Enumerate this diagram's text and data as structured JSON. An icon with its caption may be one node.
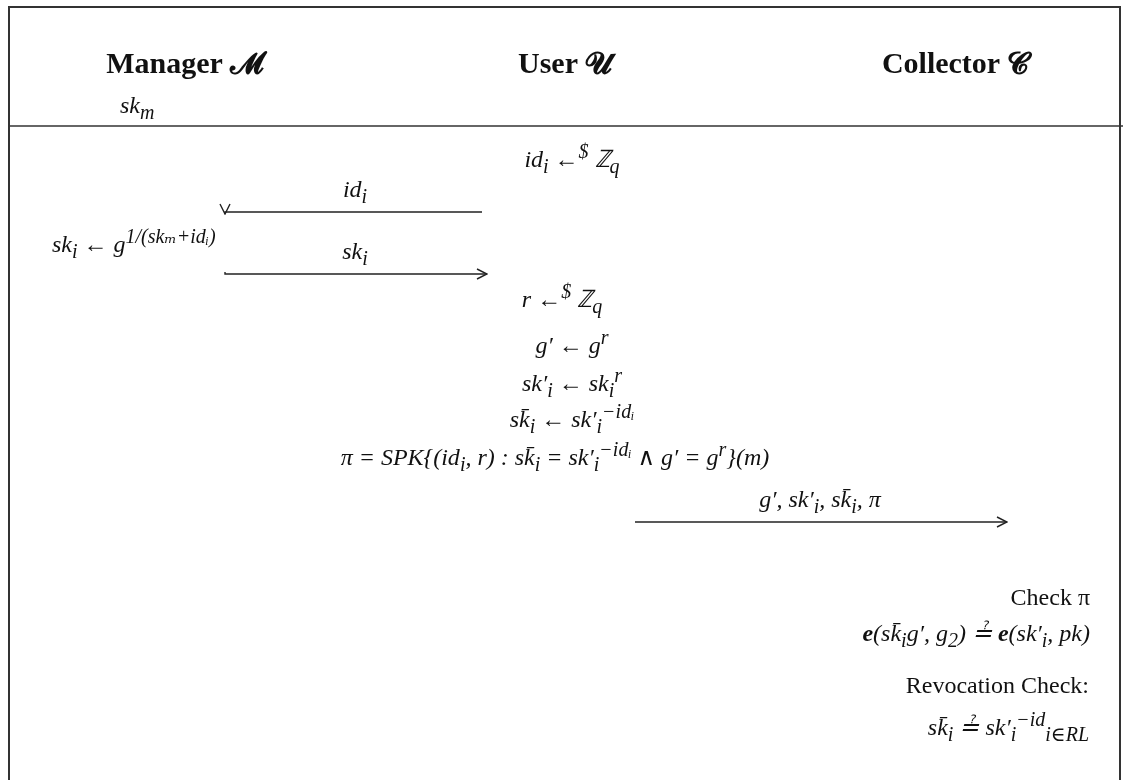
{
  "diagram": {
    "nodes": [
      {
        "text": [
          "Manager 𝓜"
        ],
        "beside": [
          "sk$_{m}$"
        ]
      },
      {
        "text": [
          "User 𝓤"
        ]
      },
      {
        "text": [
          "Collector 𝓒"
        ]
      },
      {
        "text": [
          "id$_{i}$ ←$^{$}$ ℤ$_{q}$"
        ]
      },
      {
        "text": [
          "sk$_{i}$ ← g$^{1/(skₘ+idᵢ)}$"
        ]
      },
      {
        "text": [
          "r ←$^{$}$ ℤ$_{q}$"
        ]
      },
      {
        "text": [
          "π = SPK{(id$_{i}$, r) : sk̄$_{i}$ = sk′$_{i}$$^{−idᵢ}$ ∧ g′ = g$^{r}$}(m)"
        ]
      },
      {
        "text": [
          "Check π",
          "**e**(sk̄$_{i}$g′, g$_{2}$) ≟ **e**(sk′$_{i}$, pk)"
        ]
      }
    ],
    "edges": [
      {
        "from": 3,
        "to": 4,
        "arrow": "to",
        "label": "id$_{i}$"
      },
      {
        "from": 4,
        "to": 5,
        "arrow": "to",
        "label": "sk$_{i}$"
      },
      {
        "from": 6,
        "to": 7,
        "arrow": "to",
        "label": "g′, sk′$_{i}$, sk̄$_{i}$, π"
      }
    ],
    "labels": [
      "g′ ← g$^{r}$",
      "sk′$_{i}$ ← sk$_{i}$$^{r}$",
      "sk̄$_{i}$ ← sk′$_{i}$$^{−idᵢ}$",
      "Revocation Check:",
      "sk̄$_{i}$ ≟ sk′$_{i}$$^{−id}$$_{i∈RL}$"
    ]
  }
}
